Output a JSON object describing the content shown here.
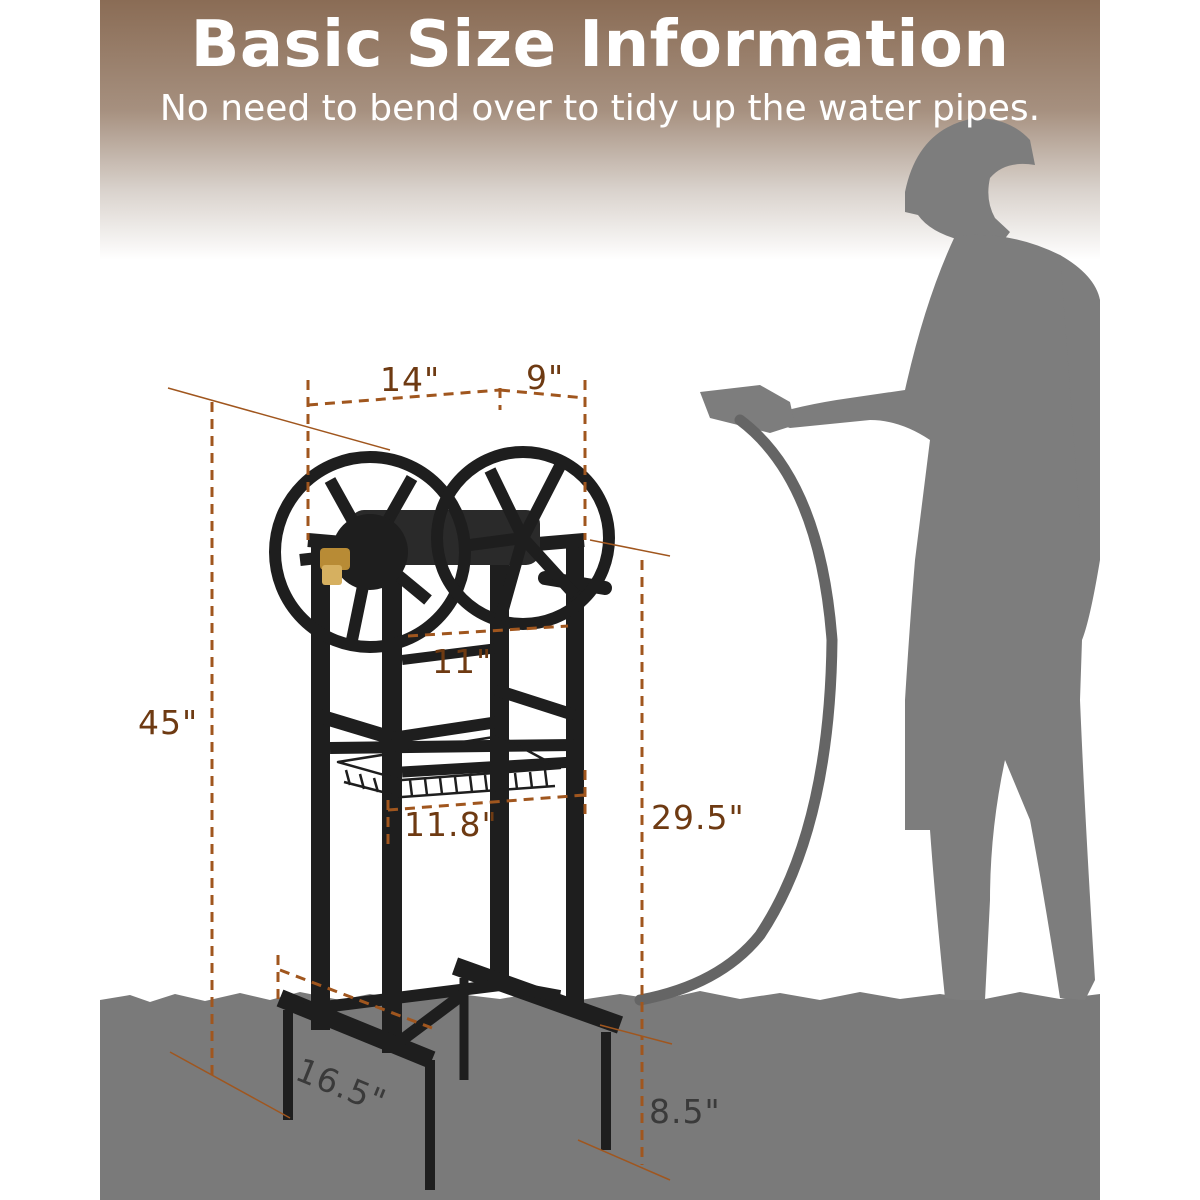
{
  "header": {
    "title": "Basic Size Information",
    "subtitle": "No need to bend over to tidy up the water pipes."
  },
  "dimensions": {
    "top_width": "14\"",
    "top_depth": "9\"",
    "reel_width": "11\"",
    "total_height": "45\"",
    "basket_width": "11.8\"",
    "frame_height": "29.5\"",
    "base_depth": "16.5\"",
    "stake_length": "8.5\""
  },
  "colors": {
    "dimension_line": "#a0561e",
    "silhouette": "#7d7d7d",
    "ground": "#7a7a7a",
    "frame": "#1e1e1e",
    "header_brown": "#8a6c55"
  },
  "icons": [
    "hose-reel-cart-image",
    "gardener-silhouette-image",
    "brass-connector-icon"
  ]
}
